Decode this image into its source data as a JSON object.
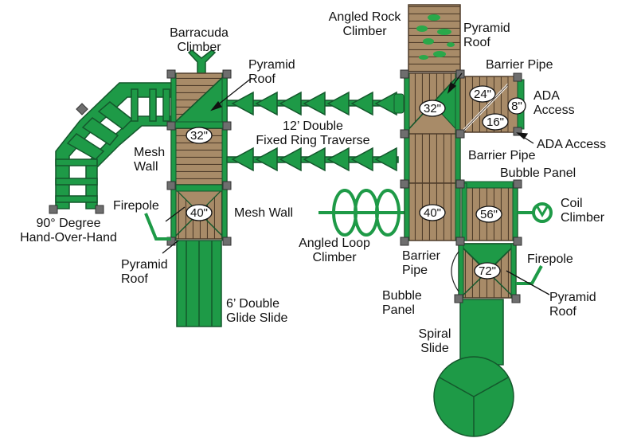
{
  "colors": {
    "green": "#1e9a47",
    "green_dark": "#14572c",
    "wood": "#a88b68",
    "wood_line": "#4f3c2a",
    "rock_hold": "#2aa84a",
    "post": "#6e6e6e"
  },
  "labels": {
    "barracuda": "Barracuda\nClimber",
    "pyramid_roof_left": "Pyramid\nRoof",
    "mesh_wall_left": "Mesh\nWall",
    "hand_over_hand": "90° Degree\nHand-Over-Hand",
    "firepole_left": "Firepole",
    "pyramid_roof_bottom_left": "Pyramid\nRoof",
    "mesh_wall_mid": "Mesh Wall",
    "glide_slide": "6’ Double\nGlide Slide",
    "ring_traverse": "12’ Double\nFixed Ring Traverse",
    "angled_loop": "Angled Loop\nClimber",
    "angled_rock": "Angled Rock\nClimber",
    "pyramid_roof_top_right": "Pyramid\nRoof",
    "barrier_pipe_top": "Barrier Pipe",
    "ada_access_top": "ADA\nAccess",
    "ada_access_arrow": "ADA Access",
    "barrier_pipe_mid": "Barrier Pipe",
    "bubble_panel_top": "Bubble Panel",
    "coil_climber": "Coil\nClimber",
    "barrier_pipe_bottom": "Barrier\nPipe",
    "bubble_panel_bottom": "Bubble\nPanel",
    "firepole_right": "Firepole",
    "pyramid_roof_bottom_right": "Pyramid\nRoof",
    "spiral_slide": "Spiral\nSlide"
  },
  "deck_heights": {
    "left_top": "32\"",
    "left_bottom": "40\"",
    "right_top": "32\"",
    "ada_upper": "24\"",
    "ada_lower": "16\"",
    "ada_step": "8\"",
    "right_mid": "40\"",
    "right_mid_side": "56\"",
    "right_bottom": "72\""
  }
}
